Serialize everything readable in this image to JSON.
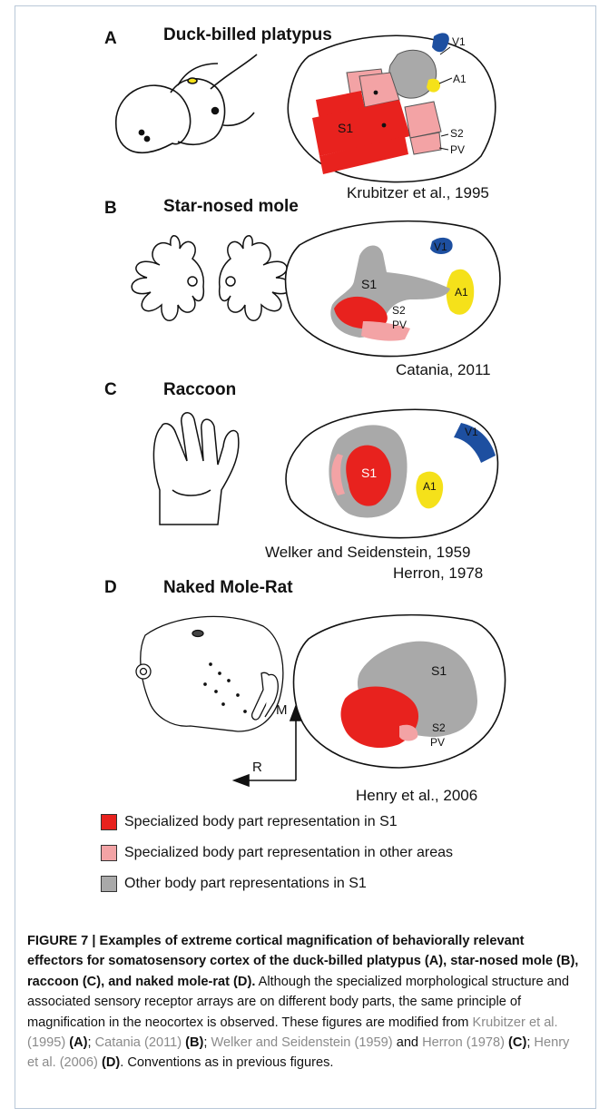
{
  "panels": [
    {
      "letter": "A",
      "title": "Duck-billed platypus",
      "citation": "Krubitzer et al., 1995",
      "labels": {
        "v1": "V1",
        "a1": "A1",
        "s1": "S1",
        "s2": "S2",
        "pv": "PV"
      }
    },
    {
      "letter": "B",
      "title": "Star-nosed mole",
      "citation": "Catania, 2011",
      "labels": {
        "v1": "V1",
        "a1": "A1",
        "s1": "S1",
        "s2": "S2",
        "pv": "PV"
      }
    },
    {
      "letter": "C",
      "title": "Raccoon",
      "citation_line1": "Welker and Seidenstein, 1959",
      "citation_line2": "Herron, 1978",
      "labels": {
        "v1": "V1",
        "a1": "A1",
        "s1": "S1"
      }
    },
    {
      "letter": "D",
      "title": "Naked Mole-Rat",
      "citation": "Henry et al., 2006",
      "labels": {
        "s1": "S1",
        "s2": "S2",
        "pv": "PV"
      }
    }
  ],
  "orientation": {
    "m": "M",
    "r": "R"
  },
  "legend": [
    {
      "label": "Specialized body part representation in S1",
      "color": "#e8221e"
    },
    {
      "label": "Specialized body part representation in other areas",
      "color": "#f3a3a5"
    },
    {
      "label": "Other body part representations in S1",
      "color": "#a9a9a9"
    }
  ],
  "colors": {
    "v1": "#1d4fa0",
    "a1": "#f5e11a",
    "s1_special": "#e8221e",
    "other_special": "#f3a3a5",
    "other_s1": "#a9a9a9"
  },
  "caption": {
    "heading": "FIGURE 7 | Examples of extreme cortical magnification of behaviorally relevant effectors for somatosensory cortex of the duck-billed platypus (A), star-nosed mole (B), raccoon (C), and naked mole-rat (D).",
    "body": "Although the specialized morphological structure and associated sensory receptor arrays are on different body parts, the same principle of magnification in the neocortex is observed. These figures are modified from",
    "ref1": "Krubitzer et al. (1995)",
    "tag1": "(A)",
    "ref2": "Catania (2011)",
    "tag2": "(B)",
    "ref3": "Welker and Seidenstein (1959)",
    "and": "and",
    "ref4": "Herron (1978)",
    "tag3": "(C)",
    "ref5": "Henry et al. (2006)",
    "tag4": "(D)",
    "end": "Conventions as in previous figures."
  }
}
